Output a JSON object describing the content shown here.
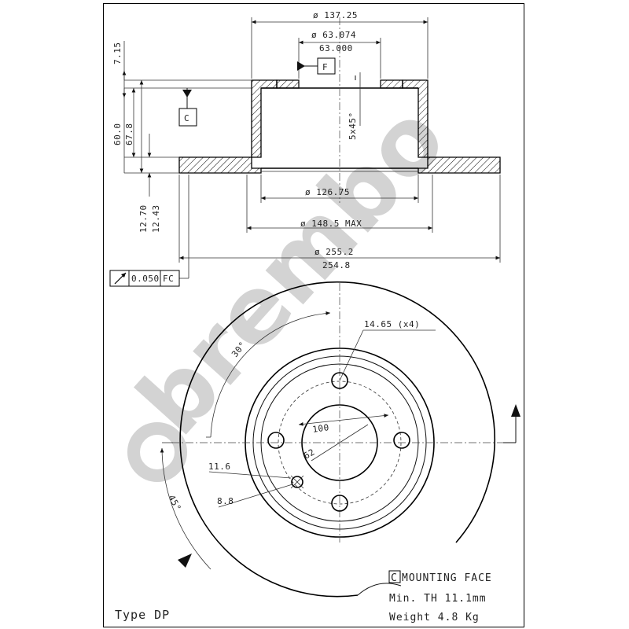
{
  "section_view": {
    "dims": {
      "d_top_outer": "ø 137.25",
      "d_hub_max": "ø 63.074",
      "d_hub_min": "63.000",
      "datum_f": "F",
      "datum_c": "C",
      "height_top": "7.15",
      "height_outer": "60.0",
      "height_inner": "67.8",
      "chamfer": "5x45°",
      "d_inner": "ø 126.75",
      "d_max": "ø 148.5 MAX",
      "thk_max": "12.70",
      "thk_min": "12.43",
      "d_disc_max": "ø 255.2",
      "d_disc_min": "254.8"
    },
    "tolerance_frame": {
      "symbol": "runout-icon",
      "value": "0.050",
      "datum": "FC"
    }
  },
  "front_view": {
    "angle_top": "30°",
    "angle_side": "45°",
    "hole_note": "14.65 (x4)",
    "pcd": "100",
    "center_bore": "62",
    "small_hole_a": "11.6",
    "small_hole_b": "8.8"
  },
  "notes": {
    "mounting_face_letter": "C",
    "mounting_face": "MOUNTING FACE",
    "min_thickness": "Min. TH 11.1mm",
    "weight": "Weight  4.8 Kg",
    "type": "Type DP"
  },
  "watermark_brand": "brembo"
}
